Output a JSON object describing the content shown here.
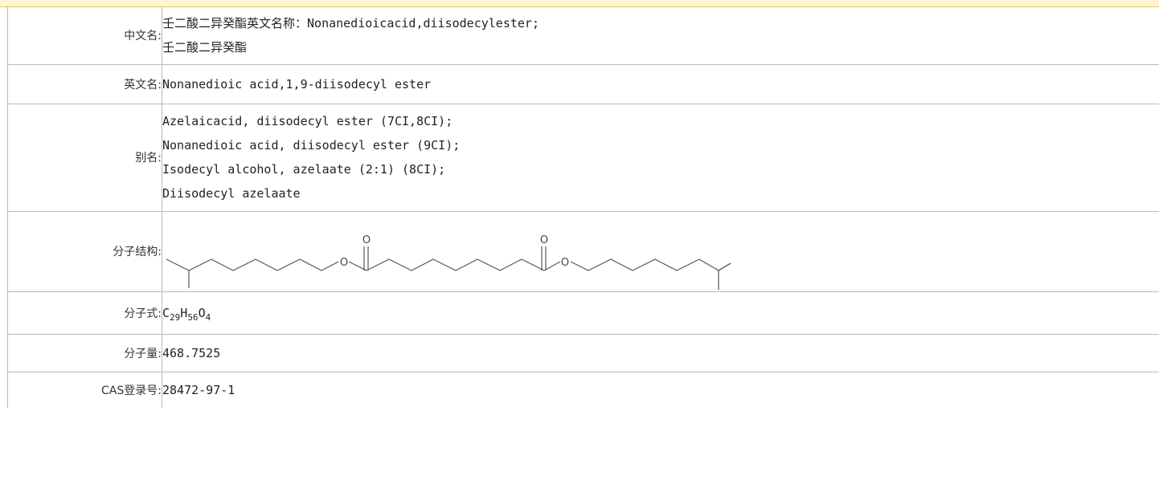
{
  "rows": {
    "cn_name": {
      "label": "中文名:",
      "lines": [
        "壬二酸二异癸酯英文名称：Nonanedioicacid,diisodecylester;",
        "壬二酸二异癸酯"
      ]
    },
    "en_name": {
      "label": "英文名:",
      "value": "Nonanedioic acid,1,9-diisodecyl ester"
    },
    "alias": {
      "label": "别名:",
      "lines": [
        "Azelaicacid, diisodecyl ester (7CI,8CI);",
        "Nonanedioic acid, diisodecyl ester (9CI);",
        "Isodecyl alcohol, azelaate (2:1) (8CI);",
        "Diisodecyl azelaate"
      ]
    },
    "structure": {
      "label": "分子结构:",
      "atoms": [
        "O",
        "O",
        "O",
        "O"
      ]
    },
    "formula": {
      "label": "分子式:",
      "parts": [
        "C",
        "29",
        "H",
        "56",
        "O",
        "4"
      ]
    },
    "mass": {
      "label": "分子量:",
      "value": "468.7525"
    },
    "cas": {
      "label": "CAS登录号:",
      "value": "28472-97-1"
    }
  }
}
